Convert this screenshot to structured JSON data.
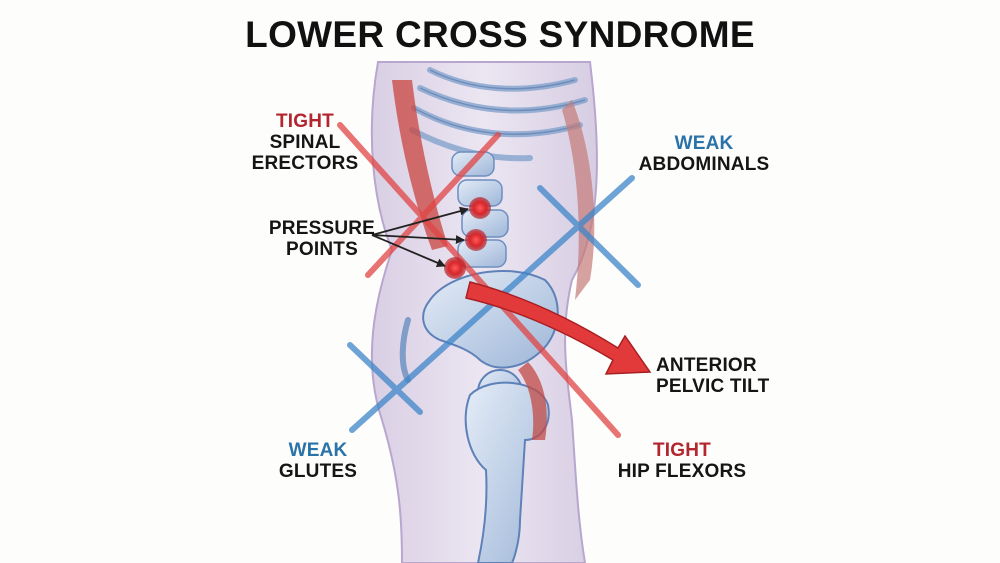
{
  "title": "LOWER CROSS SYNDROME",
  "colors": {
    "tight": "#b3262e",
    "weak": "#2a73a8",
    "arrow": "#e23a3a",
    "text": "#151515"
  },
  "labels": {
    "spinal_erectors": {
      "status": "TIGHT",
      "name_lines": [
        "SPINAL",
        "ERECTORS"
      ]
    },
    "abdominals": {
      "status": "WEAK",
      "name_lines": [
        "ABDOMINALS"
      ]
    },
    "pressure_points": {
      "name_lines": [
        "PRESSURE",
        "POINTS"
      ]
    },
    "anterior_pelvic_tilt": {
      "name_lines": [
        "ANTERIOR",
        "PELVIC TILT"
      ]
    },
    "glutes": {
      "status": "WEAK",
      "name_lines": [
        "GLUTES"
      ]
    },
    "hip_flexors": {
      "status": "TIGHT",
      "name_lines": [
        "HIP FLEXORS"
      ]
    }
  }
}
